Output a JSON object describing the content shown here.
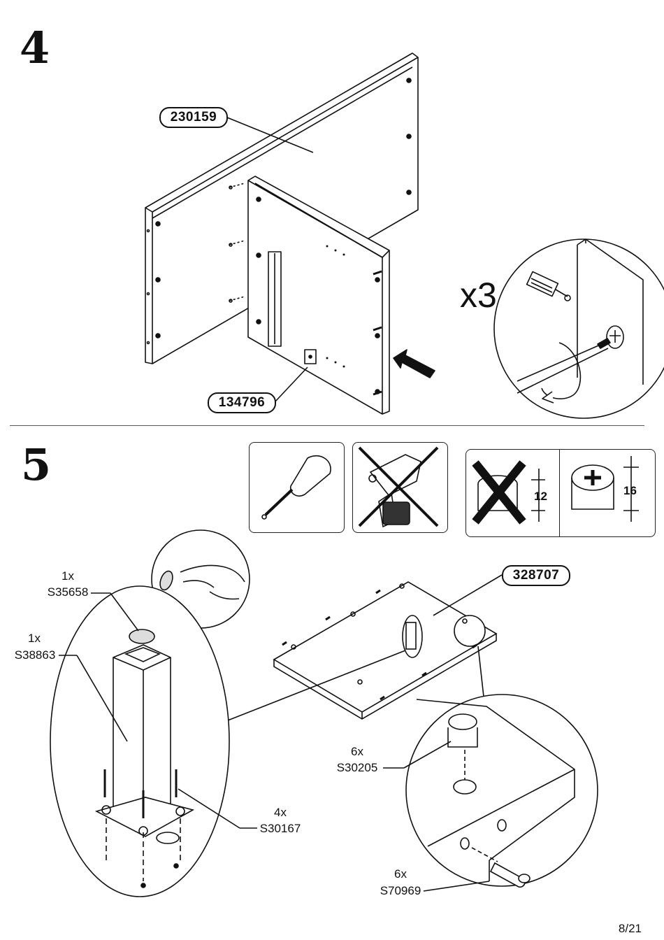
{
  "step4": {
    "number": "4",
    "part_top": "230159",
    "part_bottom": "134796",
    "multiplier": "x3"
  },
  "step5": {
    "number": "5",
    "cam_forbidden_mm": "12",
    "cam_correct_mm": "16",
    "part_panel": "328707",
    "hardware": [
      {
        "qty": "1x",
        "code": "S35658"
      },
      {
        "qty": "1x",
        "code": "S38863"
      },
      {
        "qty": "4x",
        "code": "S30167"
      },
      {
        "qty": "6x",
        "code": "S30205"
      },
      {
        "qty": "6x",
        "code": "S70969"
      }
    ]
  },
  "page": "8/21"
}
